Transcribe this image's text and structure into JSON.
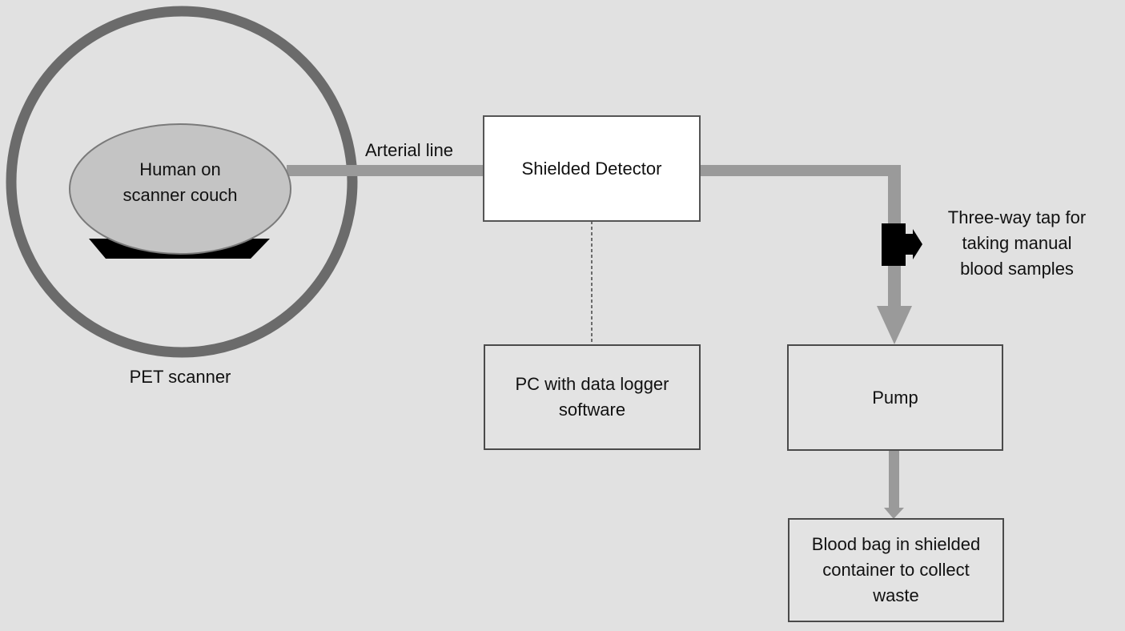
{
  "labels": {
    "human": "Human on\nscanner couch",
    "pet_scanner": "PET scanner",
    "arterial_line": "Arterial line",
    "detector": "Shielded Detector",
    "pc": "PC with data logger\nsoftware",
    "pump": "Pump",
    "tap": "Three-way tap for\ntaking manual\nblood samples",
    "blood_bag": "Blood bag in shielded\ncontainer to collect\nwaste"
  },
  "colors": {
    "background": "#e1e1e1",
    "scanner_ring": "#6b6b6b",
    "tubing": "#9a9a9a",
    "ellipse": "#c4c4c4",
    "couch": "#000000",
    "tap": "#000000"
  },
  "icons": {
    "tap_arrow": "right-arrow-icon"
  }
}
